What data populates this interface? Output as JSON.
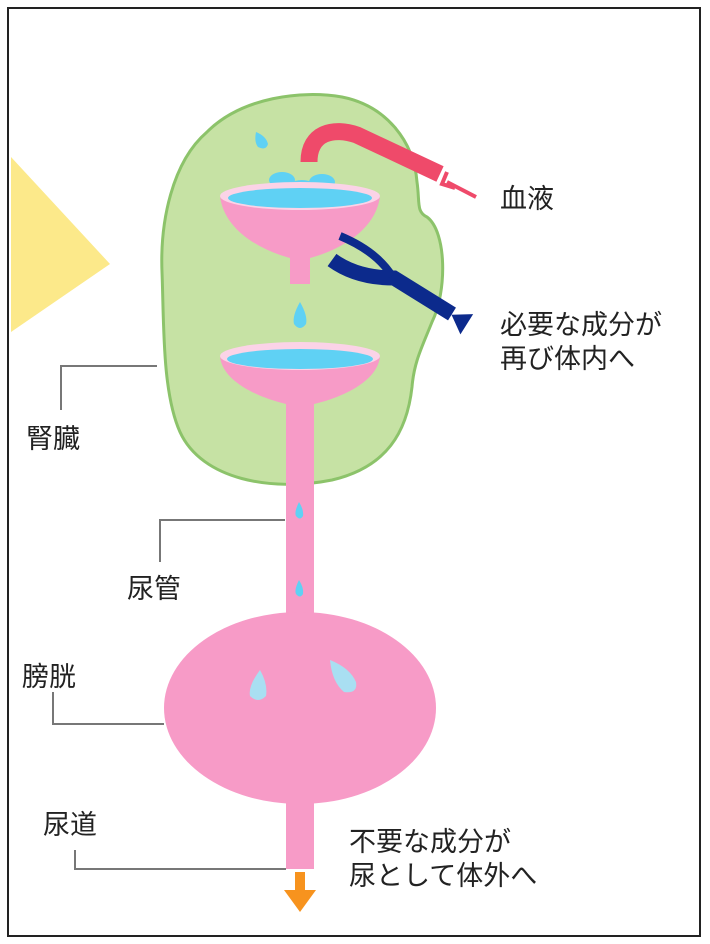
{
  "labels": {
    "blood": "血液",
    "needed_line1": "必要な成分が",
    "needed_line2": "再び体内へ",
    "kidney": "腎臓",
    "ureter": "尿管",
    "bladder": "膀胱",
    "urethra": "尿道",
    "waste_line1": "不要な成分が",
    "waste_line2": "尿として体外へ"
  },
  "colors": {
    "kidney_fill": "#c6e2a4",
    "kidney_outline": "#8cc36a",
    "pink": "#f79bc7",
    "pink_light": "#fbd3e7",
    "water": "#5fd1f4",
    "blood_tube": "#ef4a6a",
    "return_tube": "#0c2a8c",
    "urine_arrow": "#f7931e",
    "pointer_triangle": "#fce98a",
    "leader_line": "#777777"
  }
}
